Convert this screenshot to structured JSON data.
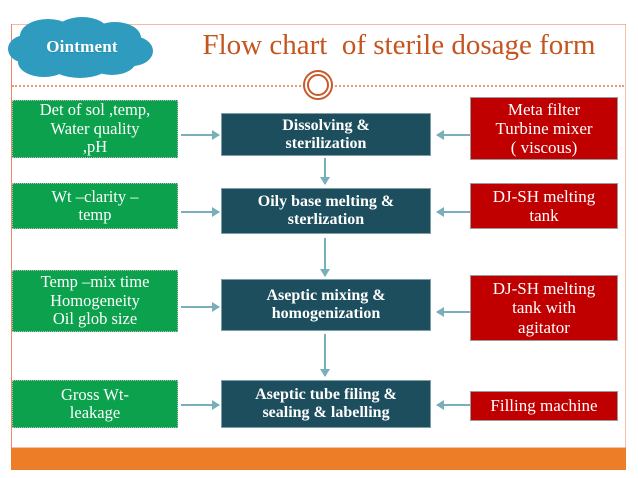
{
  "slide": {
    "cloud_label": "Ointment",
    "title": "Flow chart  of sterile dosage form",
    "colors": {
      "green": "#0CA14C",
      "teal": "#1C4E5E",
      "red": "#C00000",
      "orange_bar": "#ED7D26",
      "title_orange": "#C4551F",
      "cloud_blue": "#2E9BBF",
      "arrow_blue": "#79AEBB"
    }
  },
  "left_boxes": [
    {
      "lines": [
        "Det of sol ,temp,",
        "Water quality",
        ",pH"
      ]
    },
    {
      "lines": [
        "Wt –clarity –",
        "temp"
      ]
    },
    {
      "lines": [
        "Temp –mix time",
        "Homogeneity",
        "Oil glob size"
      ]
    },
    {
      "lines": [
        "Gross Wt-",
        "leakage"
      ]
    }
  ],
  "center_boxes": [
    {
      "lines": [
        "Dissolving &",
        "sterilization"
      ]
    },
    {
      "lines": [
        "Oily base melting &",
        "sterlization"
      ]
    },
    {
      "lines": [
        "Aseptic mixing &",
        "homogenization"
      ]
    },
    {
      "lines": [
        "Aseptic tube filing &",
        "sealing & labelling"
      ]
    }
  ],
  "right_boxes": [
    {
      "lines": [
        "Meta filter",
        "Turbine mixer",
        "( viscous)"
      ]
    },
    {
      "lines": [
        "DJ-SH melting",
        "tank"
      ]
    },
    {
      "lines": [
        "DJ-SH melting",
        "tank with",
        "agitator"
      ]
    },
    {
      "lines": [
        "Filling machine"
      ]
    }
  ]
}
